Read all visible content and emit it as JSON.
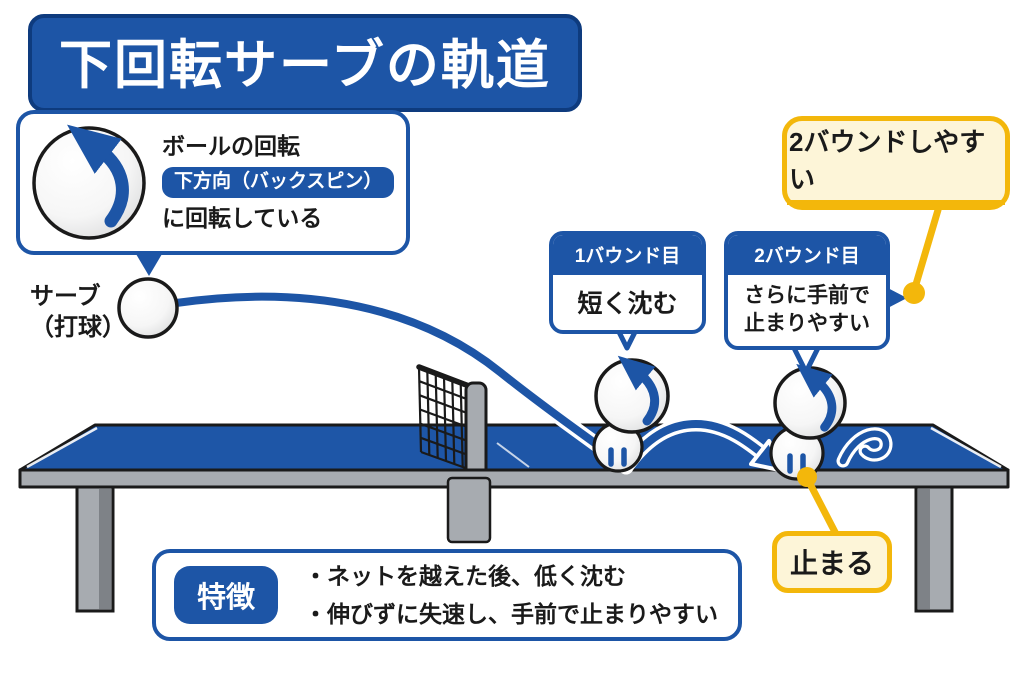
{
  "title": "下回転サーブの軌道",
  "colors": {
    "main_blue": "#1d55a6",
    "title_border": "#0e3b7e",
    "table_blue": "#1e56a7",
    "frame_gray": "#a7abb0",
    "frame_gray_dark": "#7e8287",
    "accent_yellow": "#f3b70b",
    "yellow_fill": "#fdf5d8",
    "text_black": "#1a1a1a"
  },
  "rotation_box": {
    "heading": "ボールの回転",
    "direction_pill": "下方向（バックスピン）",
    "suffix": "に回転している"
  },
  "serve_label": {
    "line1": "サーブ",
    "line2": "（打球）"
  },
  "callouts": {
    "bounce1": {
      "header": "1バウンド目",
      "body": "短く沈む"
    },
    "bounce2": {
      "header": "2バウンド目",
      "body_line1": "さらに手前で",
      "body_line2": "止まりやすい"
    },
    "two_bounce": {
      "label": "2バウンドしやすい"
    },
    "stop": {
      "label": "止まる"
    }
  },
  "features": {
    "header": "特徴",
    "bullets": [
      "・ネットを越えた後、低く沈む",
      "・伸びずに失速し、手前で止まりやすい"
    ]
  }
}
